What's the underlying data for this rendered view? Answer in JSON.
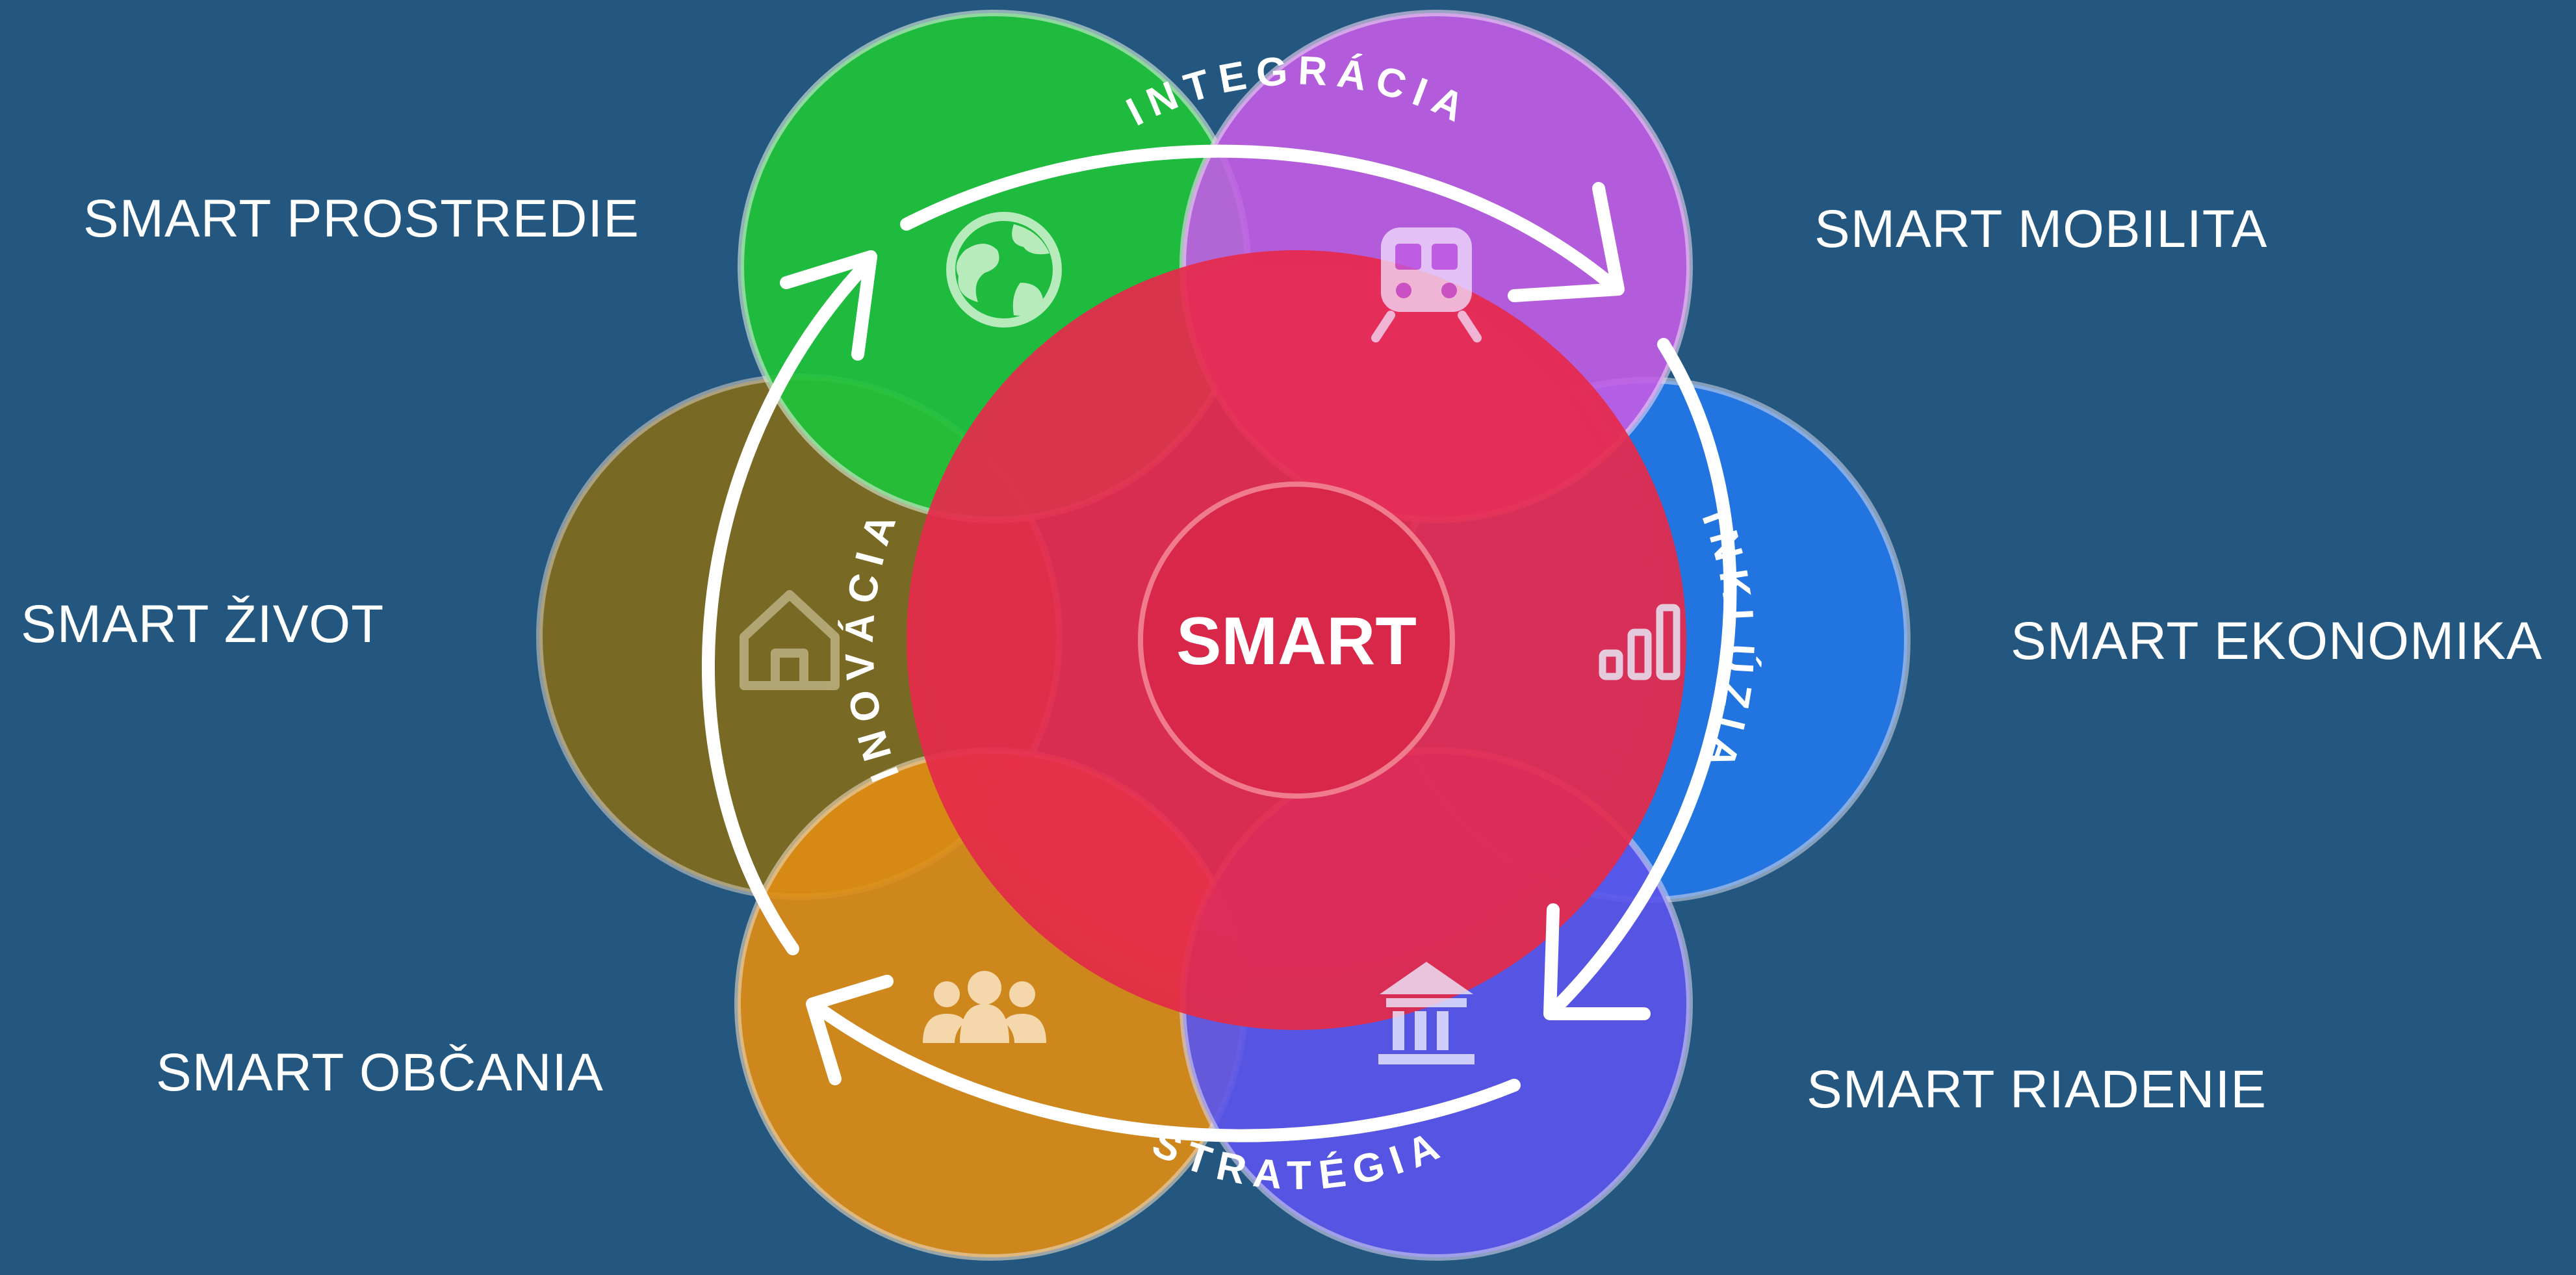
{
  "center": {
    "label": "SMART"
  },
  "ring": {
    "top": "INTEGRÁCIA",
    "right": "INKLÚZIA",
    "bottom": "STRATÉGIA",
    "left": "INOVÁCIA"
  },
  "domains": [
    {
      "id": "prostredie",
      "label": "SMART PROSTREDIE",
      "color": "#1fc33a",
      "icon": "globe-icon"
    },
    {
      "id": "mobilita",
      "label": "SMART MOBILITA",
      "color": "#c25de6",
      "icon": "train-icon"
    },
    {
      "id": "ekonomika",
      "label": "SMART EKONOMIKA",
      "color": "#2377e6",
      "icon": "bar-chart-icon"
    },
    {
      "id": "riadenie",
      "label": "SMART RIADENIE",
      "color": "#5b55ec",
      "icon": "government-building-icon"
    },
    {
      "id": "obcania",
      "label": "SMART OBČANIA",
      "color": "#e08d12",
      "icon": "people-group-icon"
    },
    {
      "id": "zivot",
      "label": "SMART ŽIVOT",
      "color": "#7d6a1f",
      "icon": "home-icon"
    }
  ],
  "colors": {
    "background": "#235780",
    "core": "#e8294d",
    "arrows": "#ffffff"
  }
}
